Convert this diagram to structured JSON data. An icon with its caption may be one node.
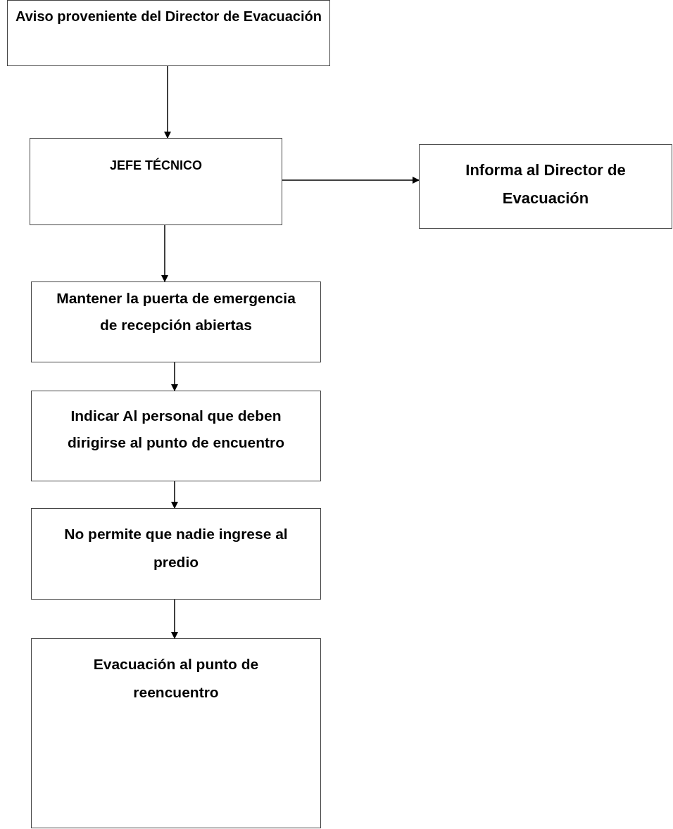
{
  "diagram": {
    "nodes": [
      {
        "text": [
          "Aviso proveniente del Director de Evacuación"
        ]
      },
      {
        "text": [
          "JEFE TÉCNICO"
        ]
      },
      {
        "text": [
          "Informa al Director de Evacuación"
        ]
      },
      {
        "text": [
          "Mantener la puerta de emergencia de recepción abiertas"
        ]
      },
      {
        "text": [
          "Indicar Al personal que deben dirigirse al punto de encuentro"
        ]
      },
      {
        "text": [
          "No permite que nadie ingrese al predio"
        ]
      },
      {
        "text": [
          "Evacuación al punto de reencuentro"
        ]
      }
    ],
    "edges": [
      {
        "from": 0,
        "to": 1,
        "arrow": "to"
      },
      {
        "from": 1,
        "to": 2,
        "arrow": "to"
      },
      {
        "from": 1,
        "to": 3,
        "arrow": "to"
      },
      {
        "from": 3,
        "to": 4,
        "arrow": "to"
      },
      {
        "from": 4,
        "to": 5,
        "arrow": "to"
      },
      {
        "from": 5,
        "to": 6,
        "arrow": "to"
      }
    ]
  }
}
